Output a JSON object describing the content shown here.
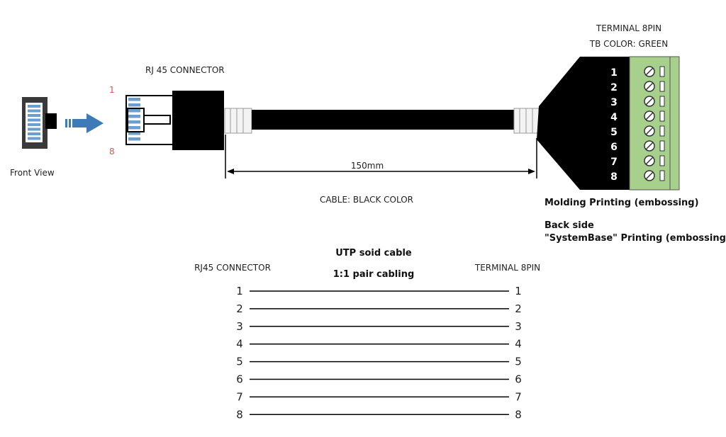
{
  "top": {
    "front_view": "Front View",
    "rj45_title": "RJ 45 CONNECTOR",
    "pin_first": "1",
    "pin_last": "8",
    "length": "150mm",
    "cable_color": "CABLE: BLACK COLOR",
    "terminal_title": "TERMINAL 8PIN",
    "tb_color": "TB COLOR: GREEN",
    "terminal_pins": [
      "1",
      "2",
      "3",
      "4",
      "5",
      "6",
      "7",
      "8"
    ],
    "molding": "Molding Printing (embossing)",
    "back_side": "Back side",
    "systembase": "\"SystemBase\" Printing (embossing)"
  },
  "wiring": {
    "title": "UTP soid cable",
    "subtitle": "1:1 pair cabling",
    "left_label": "RJ45 CONNECTOR",
    "right_label": "TERMINAL 8PIN",
    "pins": [
      "1",
      "2",
      "3",
      "4",
      "5",
      "6",
      "7",
      "8"
    ]
  },
  "colors": {
    "arrow": "#3d7ab8",
    "contacts": "#6a9fd0",
    "terminal_green": "#a6d08c",
    "pin_red": "#d9534f"
  }
}
